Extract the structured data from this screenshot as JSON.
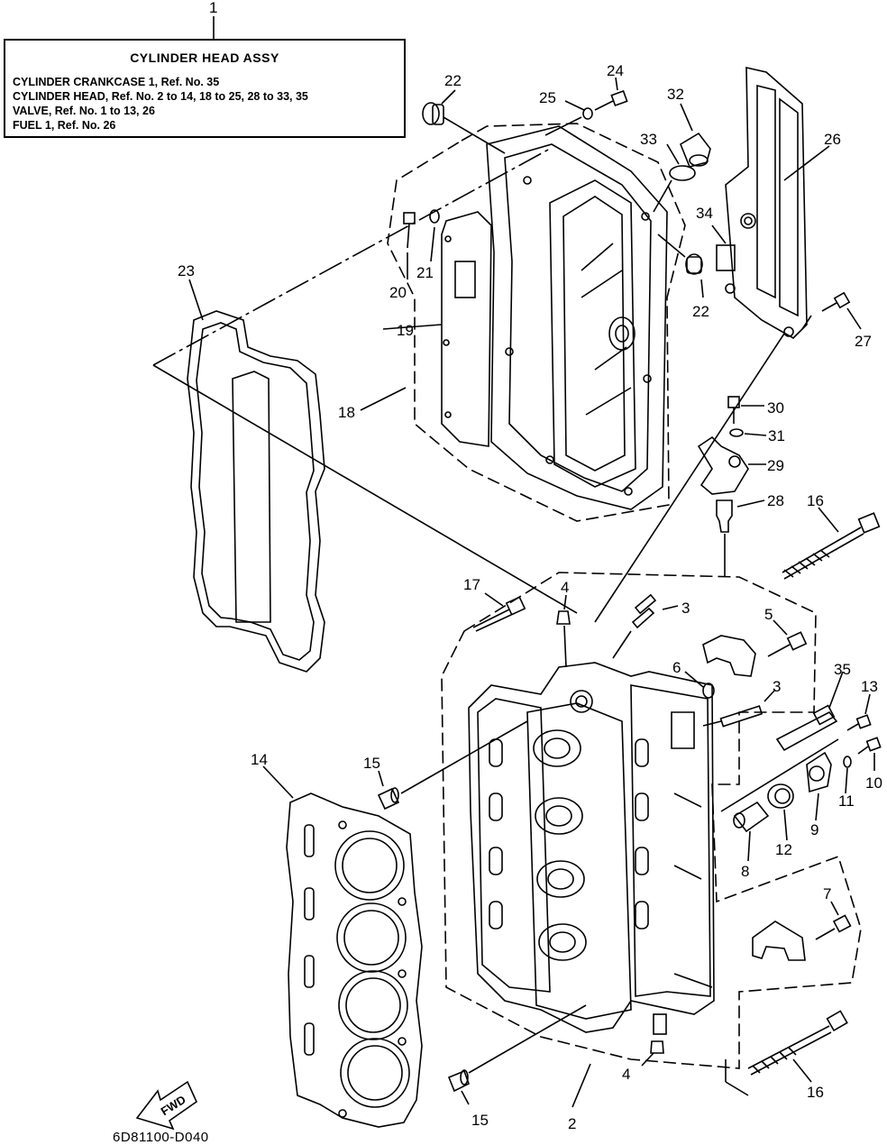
{
  "assembly": {
    "title": "CYLINDER HEAD ASSY",
    "ref_lines": [
      "CYLINDER CRANKCASE 1,   Ref. No. 35",
      "CYLINDER HEAD,   Ref. No. 2 to 14, 18 to 25, 28 to 33, 35",
      "VALVE, Ref. No. 1 to 13, 26",
      "FUEL 1, Ref. No. 26"
    ]
  },
  "callouts": {
    "c1": "1",
    "c2": "2",
    "c3a": "3",
    "c3b": "3",
    "c4a": "4",
    "c4b": "4",
    "c5": "5",
    "c6": "6",
    "c7": "7",
    "c8": "8",
    "c9": "9",
    "c10": "10",
    "c11": "11",
    "c12": "12",
    "c13": "13",
    "c14": "14",
    "c15a": "15",
    "c15b": "15",
    "c16a": "16",
    "c16b": "16",
    "c17": "17",
    "c18": "18",
    "c19": "19",
    "c20": "20",
    "c21": "21",
    "c22a": "22",
    "c22b": "22",
    "c23": "23",
    "c24": "24",
    "c25": "25",
    "c26": "26",
    "c27": "27",
    "c28": "28",
    "c29": "29",
    "c30": "30",
    "c31": "31",
    "c32": "32",
    "c33": "33",
    "c34": "34",
    "c35": "35"
  },
  "fwd_label": "FWD",
  "diagram_code": "6D81100-D040"
}
